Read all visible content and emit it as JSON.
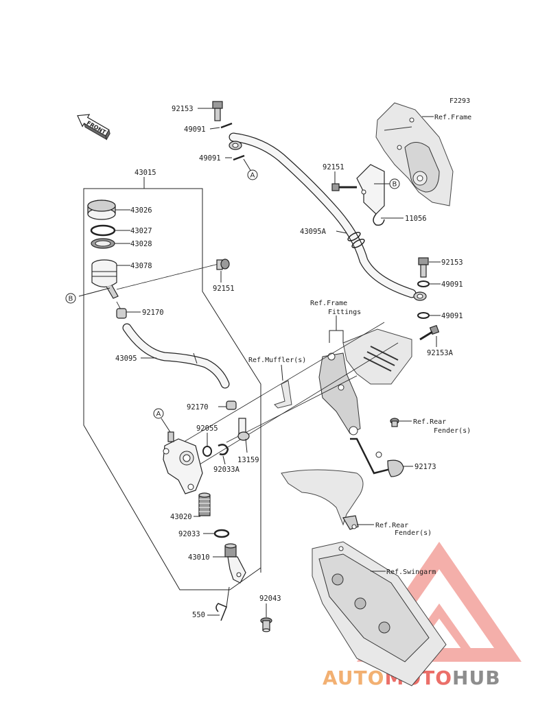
{
  "code": "F2293",
  "front_label": "FRONT",
  "callouts": {
    "A": "A",
    "B": "B"
  },
  "labels": {
    "p43015": "43015",
    "p43026": "43026",
    "p43027": "43027",
    "p43028": "43028",
    "p43078": "43078",
    "p92170_top": "92170",
    "p43095": "43095",
    "p92151_left": "92151",
    "p92153_top": "92153",
    "p49091_a": "49091",
    "p49091_b": "49091",
    "p92151_top": "92151",
    "p43095A": "43095A",
    "p11056": "11056",
    "ref_frame": "Ref.Frame",
    "p92153_right": "92153",
    "p49091_right1": "49091",
    "p49091_right2": "49091",
    "ref_frame_fittings_1": "Ref.Frame",
    "ref_frame_fittings_2": "Fittings",
    "p92153A": "92153A",
    "ref_muffler": "Ref.Muffler(s)",
    "p92170_mid": "92170",
    "p92055": "92055",
    "p92033A": "92033A",
    "p13159": "13159",
    "ref_rear_fender_1a": "Ref.Rear",
    "ref_rear_fender_1b": "Fender(s)",
    "p92173": "92173",
    "ref_rear_fender_2a": "Ref.Rear",
    "ref_rear_fender_2b": "Fender(s)",
    "p43020": "43020",
    "p92033": "92033",
    "p43010": "43010",
    "ref_swingarm": "Ref.Swingarm",
    "p92043": "92043",
    "p550": "550"
  },
  "watermark": {
    "part1": "AUTO",
    "part2": "MOTO",
    "part3": "HUB",
    "color_orange": "#f0a35a",
    "color_red": "#e8574f",
    "color_grey": "#7a7a7a"
  }
}
